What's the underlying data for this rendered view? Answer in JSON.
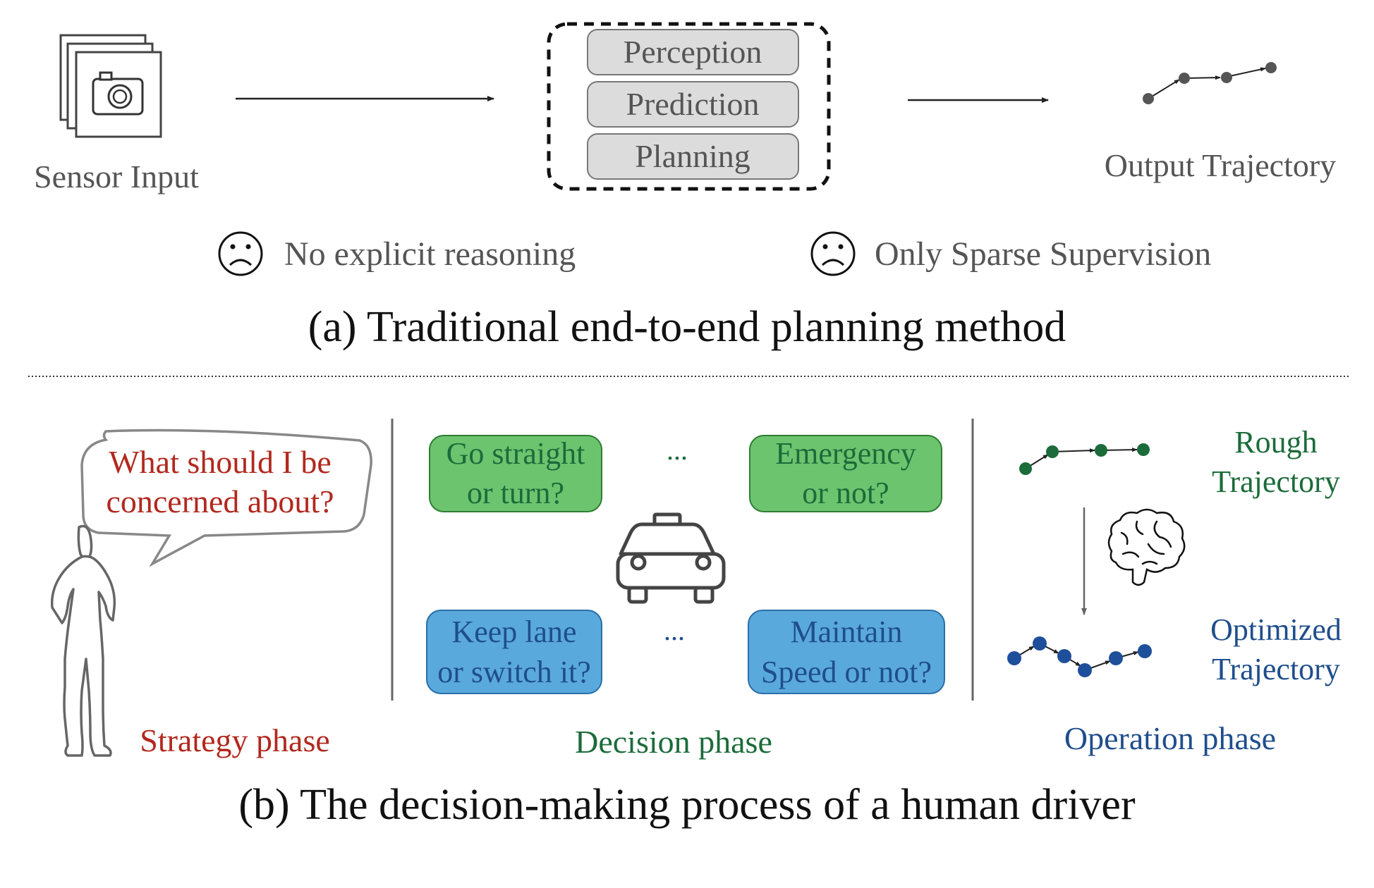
{
  "part_a": {
    "sensor_label": "Sensor Input",
    "modules": [
      "Perception",
      "Prediction",
      "Planning"
    ],
    "output_label": "Output Trajectory",
    "issues": [
      "No explicit reasoning",
      "Only Sparse Supervision"
    ],
    "caption": "(a) Traditional end-to-end planning method"
  },
  "part_b": {
    "speech_lines": [
      "What should I be",
      "concerned about?"
    ],
    "decision_green": [
      [
        "Go straight",
        "or turn?"
      ],
      [
        "Emergency",
        "or not?"
      ]
    ],
    "decision_blue": [
      [
        "Keep lane",
        "or switch it?"
      ],
      [
        "Maintain",
        "Speed or not?"
      ]
    ],
    "ellipsis": "...",
    "rough_label": [
      "Rough",
      "Trajectory"
    ],
    "optimized_label": [
      "Optimized",
      "Trajectory"
    ],
    "phases": [
      "Strategy phase",
      "Decision phase",
      "Operation phase"
    ],
    "caption": "(b) The decision-making process of a human driver"
  },
  "icons": [
    "camera-icon",
    "sad-face-icon",
    "person-silhouette-icon",
    "speech-bubble-icon",
    "taxi-icon",
    "brain-icon",
    "trajectory-icon"
  ],
  "colors": {
    "gray_text": "#555555",
    "strategy_red": "#b2281e",
    "decision_green": "#1c6b3a",
    "operation_blue": "#1f4e8c",
    "green_box": "#6dc46f",
    "blue_box": "#5aa9dd",
    "module_box": "#dcdcdc",
    "rough_dot": "#1c6b3a",
    "optimized_dot": "#1e4f9a"
  }
}
